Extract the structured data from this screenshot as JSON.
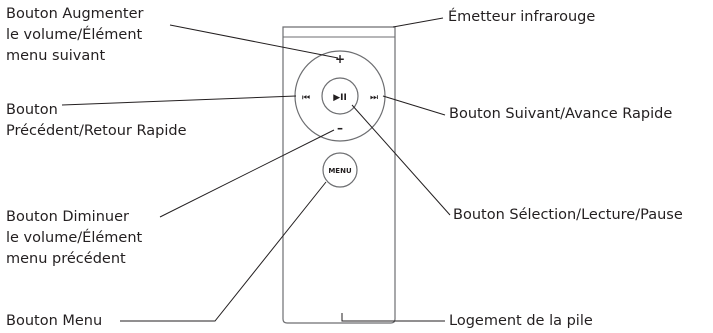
{
  "labels": {
    "vol_up": [
      "Bouton Augmenter",
      "le volume/Élément",
      "menu suivant"
    ],
    "previous": [
      "Bouton",
      "Précédent/Retour Rapide"
    ],
    "vol_down": [
      "Bouton Diminuer",
      "le volume/Élément",
      "menu précédent"
    ],
    "menu_button": "Bouton Menu",
    "ir_emitter": "Émetteur infrarouge",
    "next": "Bouton Suivant/Avance Rapide",
    "select": "Bouton Sélection/Lecture/Pause",
    "battery": "Logement de la pile"
  },
  "remote": {
    "plus_glyph": "+",
    "minus_glyph": "–",
    "prev_glyph": "⏮",
    "next_glyph": "⏭",
    "play_glyph": "▶II",
    "menu_text": "MENU"
  },
  "colors": {
    "line": "#231f20",
    "remote_fill": "#ffffff",
    "remote_stroke": "#6d6e71"
  }
}
